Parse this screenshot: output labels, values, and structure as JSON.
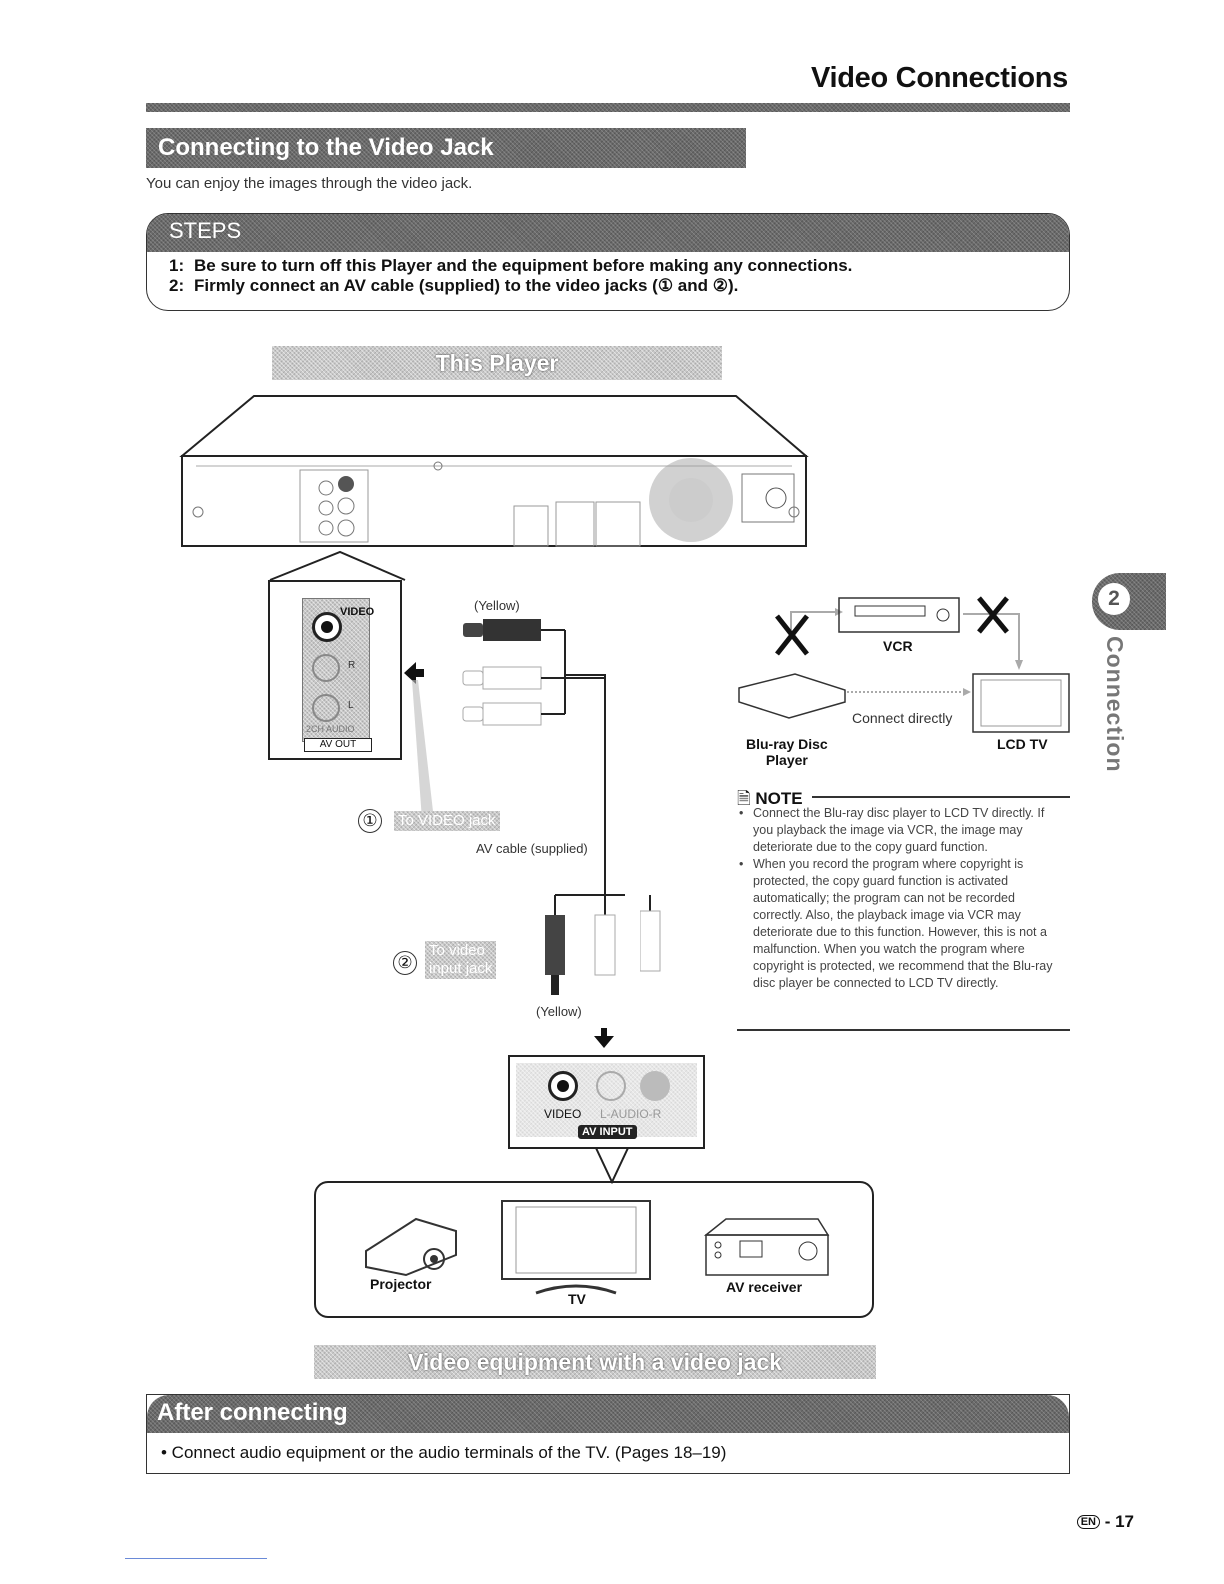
{
  "header": {
    "page_title": "Video Connections",
    "section_title": "Connecting to the Video Jack",
    "intro": "You can enjoy the images through the video jack."
  },
  "steps": {
    "label": "STEPS",
    "items": [
      {
        "num": "1:",
        "text": "Be sure to turn off this Player and the equipment before making any connections."
      },
      {
        "num": "2:",
        "text": "Firmly connect an AV cable (supplied) to the video jacks (① and ②)."
      }
    ]
  },
  "diagram": {
    "player_banner": "This Player",
    "panel_video": "VIDEO",
    "panel_r": "R",
    "panel_l": "L",
    "panel_2ch_audio": "2CH AUDIO",
    "panel_av_out": "AV OUT",
    "yellow_top": "(Yellow)",
    "yellow_bottom": "(Yellow)",
    "step1_num": "①",
    "step1_tag": "To VIDEO jack",
    "cable_label": "AV cable (supplied)",
    "step2_num": "②",
    "step2_tag_line1": "To video",
    "step2_tag_line2": "input jack",
    "input_video": "VIDEO",
    "input_audio": "L-AUDIO-R",
    "input_av_input": "AV INPUT",
    "projector": "Projector",
    "tv": "TV",
    "av_receiver": "AV receiver",
    "equipment_banner": "Video equipment with a video jack"
  },
  "vcr_diagram": {
    "vcr": "VCR",
    "connect_directly": "Connect directly",
    "bluray_line1": "Blu-ray Disc",
    "bluray_line2": "Player",
    "lcd_tv": "LCD TV"
  },
  "note": {
    "title": "NOTE",
    "items": [
      "Connect the Blu-ray disc player to LCD TV directly. If you playback the image via VCR, the image may deteriorate due to the copy guard function.",
      "When you record the program where copyright is protected, the copy guard function is activated automatically; the program can not be recorded correctly. Also, the playback image via VCR may deteriorate due to this function. However, this is not a malfunction. When you watch the program where copyright is protected, we recommend that the Blu-ray disc player be connected to LCD TV directly."
    ]
  },
  "side_tab": {
    "number": "2",
    "label": "Connection"
  },
  "after": {
    "title": "After connecting",
    "text": "• Connect audio equipment or the audio terminals of the TV. (Pages 18–19)"
  },
  "footer": {
    "page": "Ⓔ - 17",
    "lang_badge": "EN",
    "page_number": "- 17"
  }
}
